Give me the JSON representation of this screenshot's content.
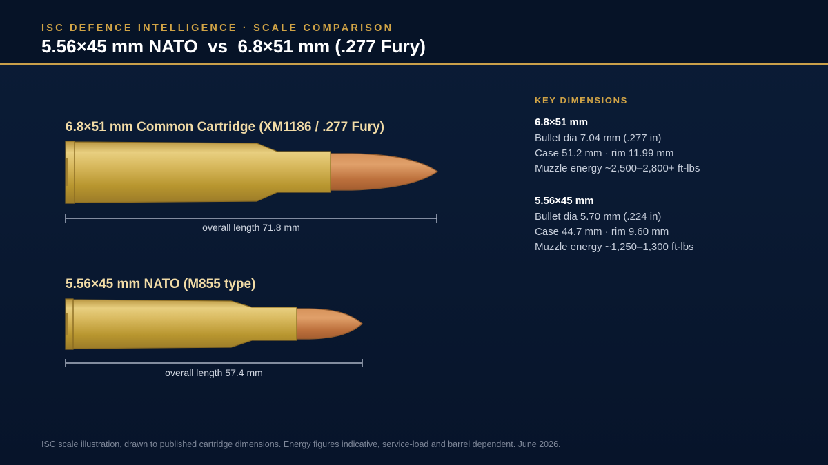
{
  "header": {
    "kicker": "ISC DEFENCE INTELLIGENCE · SCALE COMPARISON",
    "title": "5.56×45 mm NATO  vs  6.8×51 mm (.277 Fury)"
  },
  "cartridges": [
    {
      "label": "6.8×51 mm Common Cartridge (XM1186 / .277 Fury)",
      "length_caption": "overall length 71.8 mm",
      "overall_length_mm": 71.8
    },
    {
      "label": "5.56×45 mm NATO (M855 type)",
      "length_caption": "overall length 57.4 mm",
      "overall_length_mm": 57.4
    }
  ],
  "key_dimensions": {
    "heading": "KEY DIMENSIONS",
    "groups": [
      {
        "name": "6.8×51 mm",
        "lines": [
          "Bullet dia 7.04 mm (.277 in)",
          "Case 51.2 mm · rim 11.99 mm",
          "Muzzle energy ~2,500–2,800+ ft-lbs"
        ]
      },
      {
        "name": "5.56×45 mm",
        "lines": [
          "Bullet dia 5.70 mm (.224 in)",
          "Case 44.7 mm · rim 9.60 mm",
          "Muzzle energy ~1,250–1,300 ft-lbs"
        ]
      }
    ]
  },
  "footnote": "ISC scale illustration, drawn to published cartridge dimensions. Energy figures indicative, service-load and barrel dependent. June 2026.",
  "colors": {
    "accent": "#d1a446",
    "brass_light": "#e6cd7d",
    "brass_dark": "#9c7a26",
    "copper": "#c97c45",
    "label": "#f1dba6",
    "rule": "#aab3c4"
  }
}
